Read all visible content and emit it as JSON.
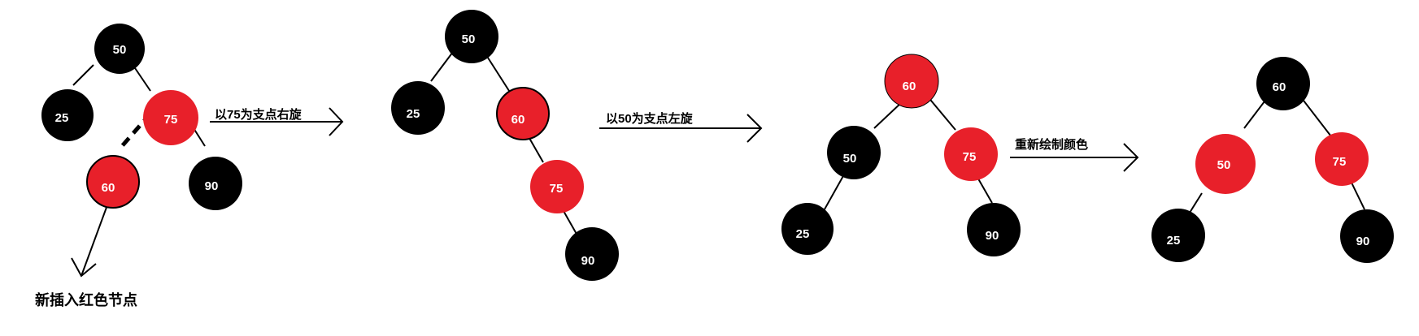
{
  "colors": {
    "black_node": "#000000",
    "red_node": "#e8202a",
    "line": "#000000",
    "label": "#ffffff"
  },
  "step_labels": {
    "rotate_right": "以75为支点右旋",
    "rotate_left": "以50为支点左旋",
    "recolor": "重新绘制颜色"
  },
  "caption_new_node": "新插入红色节点",
  "trees": [
    {
      "name": "initial",
      "nodes": [
        {
          "id": "t1-n50",
          "value": "50",
          "color": "black"
        },
        {
          "id": "t1-n25",
          "value": "25",
          "color": "black"
        },
        {
          "id": "t1-n75",
          "value": "75",
          "color": "red"
        },
        {
          "id": "t1-n60",
          "value": "60",
          "color": "red"
        },
        {
          "id": "t1-n90",
          "value": "90",
          "color": "black"
        }
      ]
    },
    {
      "name": "after-right-rotation",
      "nodes": [
        {
          "id": "t2-n50",
          "value": "50",
          "color": "black"
        },
        {
          "id": "t2-n25",
          "value": "25",
          "color": "black"
        },
        {
          "id": "t2-n60",
          "value": "60",
          "color": "red"
        },
        {
          "id": "t2-n75",
          "value": "75",
          "color": "red"
        },
        {
          "id": "t2-n90",
          "value": "90",
          "color": "black"
        }
      ]
    },
    {
      "name": "after-left-rotation",
      "nodes": [
        {
          "id": "t3-n60",
          "value": "60",
          "color": "red"
        },
        {
          "id": "t3-n50",
          "value": "50",
          "color": "black"
        },
        {
          "id": "t3-n75",
          "value": "75",
          "color": "red"
        },
        {
          "id": "t3-n25",
          "value": "25",
          "color": "black"
        },
        {
          "id": "t3-n90",
          "value": "90",
          "color": "black"
        }
      ]
    },
    {
      "name": "after-recolor",
      "nodes": [
        {
          "id": "t4-n60",
          "value": "60",
          "color": "black"
        },
        {
          "id": "t4-n50",
          "value": "50",
          "color": "red"
        },
        {
          "id": "t4-n75",
          "value": "75",
          "color": "red"
        },
        {
          "id": "t4-n25",
          "value": "25",
          "color": "black"
        },
        {
          "id": "t4-n90",
          "value": "90",
          "color": "black"
        }
      ]
    }
  ]
}
